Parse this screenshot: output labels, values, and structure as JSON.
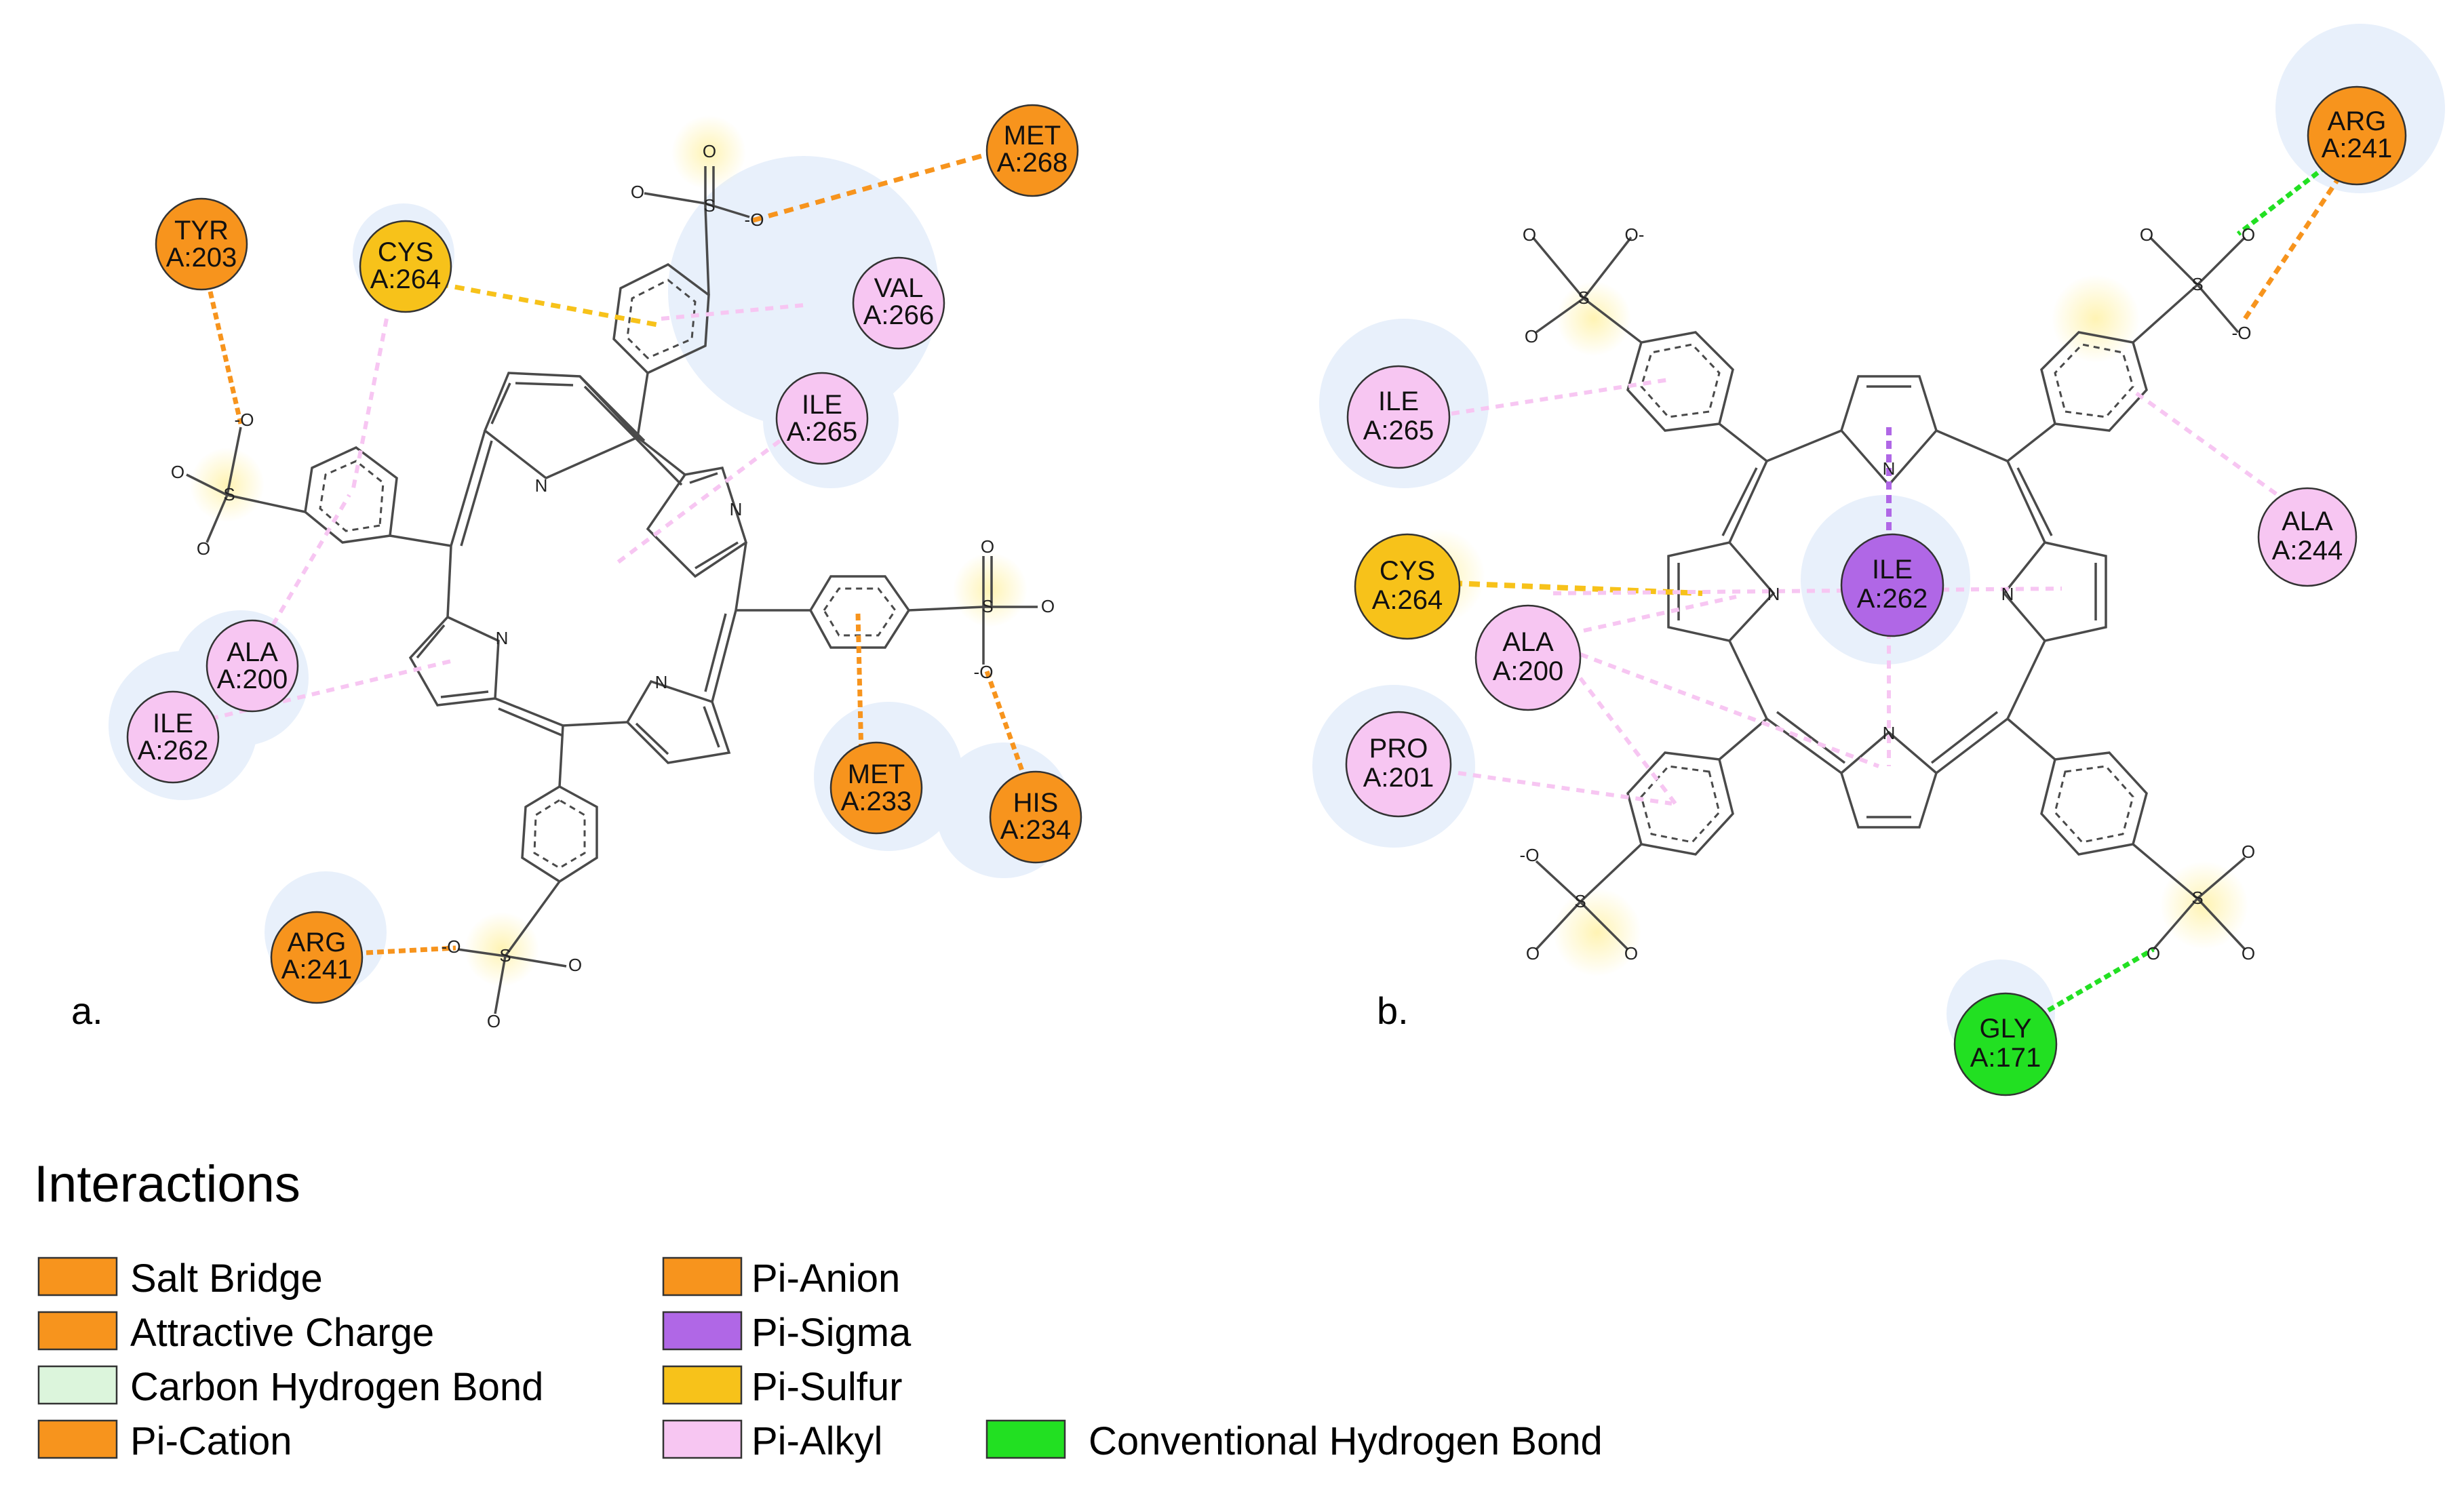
{
  "panels": [
    {
      "label": "a.",
      "residues": [
        {
          "name": "TYR",
          "num": "A:203",
          "type": "orange"
        },
        {
          "name": "CYS",
          "num": "A:264",
          "type": "yellow"
        },
        {
          "name": "MET",
          "num": "A:268",
          "type": "orange"
        },
        {
          "name": "VAL",
          "num": "A:266",
          "type": "pink"
        },
        {
          "name": "ILE",
          "num": "A:265",
          "type": "pink"
        },
        {
          "name": "ALA",
          "num": "A:200",
          "type": "pink"
        },
        {
          "name": "ILE",
          "num": "A:262",
          "type": "pink"
        },
        {
          "name": "MET",
          "num": "A:233",
          "type": "orange"
        },
        {
          "name": "HIS",
          "num": "A:234",
          "type": "orange"
        },
        {
          "name": "ARG",
          "num": "A:241",
          "type": "orange"
        }
      ]
    },
    {
      "label": "b.",
      "residues": [
        {
          "name": "ARG",
          "num": "A:241",
          "type": "orange"
        },
        {
          "name": "ILE",
          "num": "A:265",
          "type": "pink"
        },
        {
          "name": "ALA",
          "num": "A:244",
          "type": "pink"
        },
        {
          "name": "CYS",
          "num": "A:264",
          "type": "yellow"
        },
        {
          "name": "ILE",
          "num": "A:262",
          "type": "purple"
        },
        {
          "name": "ALA",
          "num": "A:200",
          "type": "pink"
        },
        {
          "name": "PRO",
          "num": "A:201",
          "type": "pink"
        },
        {
          "name": "GLY",
          "num": "A:171",
          "type": "green"
        }
      ]
    }
  ],
  "atom_labels": {
    "N": "N",
    "O": "O",
    "S": "S",
    "O_minus": "-O",
    "O_minus_post": "O-"
  },
  "legend": {
    "title": "Interactions",
    "items": [
      {
        "label": "Salt Bridge",
        "color": "#f7941d"
      },
      {
        "label": "Attractive Charge",
        "color": "#f7941d"
      },
      {
        "label": "Carbon Hydrogen Bond",
        "color": "#dcf5dc"
      },
      {
        "label": "Pi-Cation",
        "color": "#f7941d"
      },
      {
        "label": "Pi-Anion",
        "color": "#f7941d"
      },
      {
        "label": "Pi-Sigma",
        "color": "#b067e6"
      },
      {
        "label": "Pi-Sulfur",
        "color": "#f7c21a"
      },
      {
        "label": "Pi-Alkyl",
        "color": "#f7c6f2"
      },
      {
        "label": "Conventional Hydrogen Bond",
        "color": "#22e022"
      }
    ]
  },
  "colors": {
    "orange": "#f7941d",
    "yellow": "#f7c21a",
    "pink": "#f7c6f2",
    "purple": "#b067e6",
    "green": "#22e022",
    "bond": "#4a4a4a",
    "halo_blue": "#e8f0fb",
    "halo_yellow": "#fff6c8"
  }
}
